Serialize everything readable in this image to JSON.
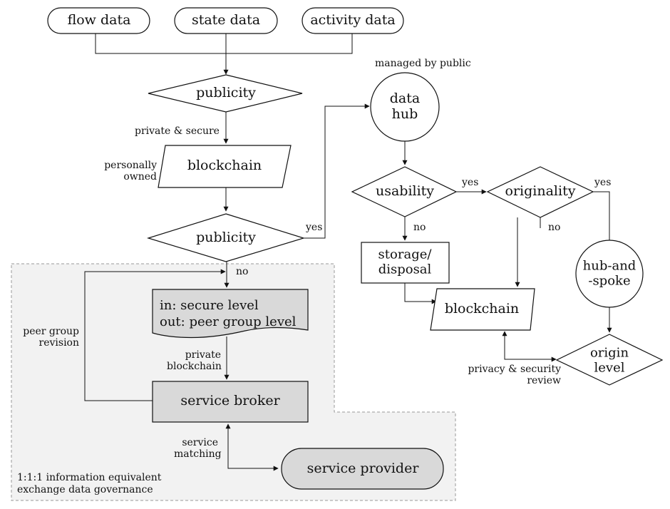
{
  "nodes": {
    "flow_data": "flow data",
    "state_data": "state data",
    "activity_data": "activity data",
    "publicity_top": "publicity",
    "blockchain_left": "blockchain",
    "publicity_mid": "publicity",
    "document_lines": [
      "in: secure level",
      "out: peer group level"
    ],
    "service_broker": "service broker",
    "service_provider": "service provider",
    "data_hub": [
      "data",
      "hub"
    ],
    "usability": "usability",
    "originality": "originality",
    "storage_disposal": [
      "storage/",
      "disposal"
    ],
    "blockchain_right": "blockchain",
    "hub_and_spoke": [
      "hub-and",
      "-spoke"
    ],
    "origin_level": [
      "origin",
      "level"
    ]
  },
  "edge_labels": {
    "private_secure": "private & secure",
    "personally_owned": [
      "personally",
      "owned"
    ],
    "yes_publicity": "yes",
    "no_publicity": "no",
    "private_blockchain": [
      "private",
      "blockchain"
    ],
    "peer_group_revision": [
      "peer group",
      "revision"
    ],
    "service_matching": [
      "service",
      "matching"
    ],
    "managed_by_public": "managed by public",
    "yes_usability": "yes",
    "no_usability": "no",
    "no_originality": "no",
    "yes_originality": "yes",
    "privacy_security_review": [
      "privacy & security",
      "review"
    ]
  },
  "region": {
    "label_lines": [
      "1:1:1 information equivalent",
      "exchange data governance"
    ]
  },
  "colors": {
    "stroke": "#111111",
    "shaded_fill": "#d9d9d9",
    "region_fill": "#f2f2f2",
    "region_border": "#9a9a9a"
  }
}
